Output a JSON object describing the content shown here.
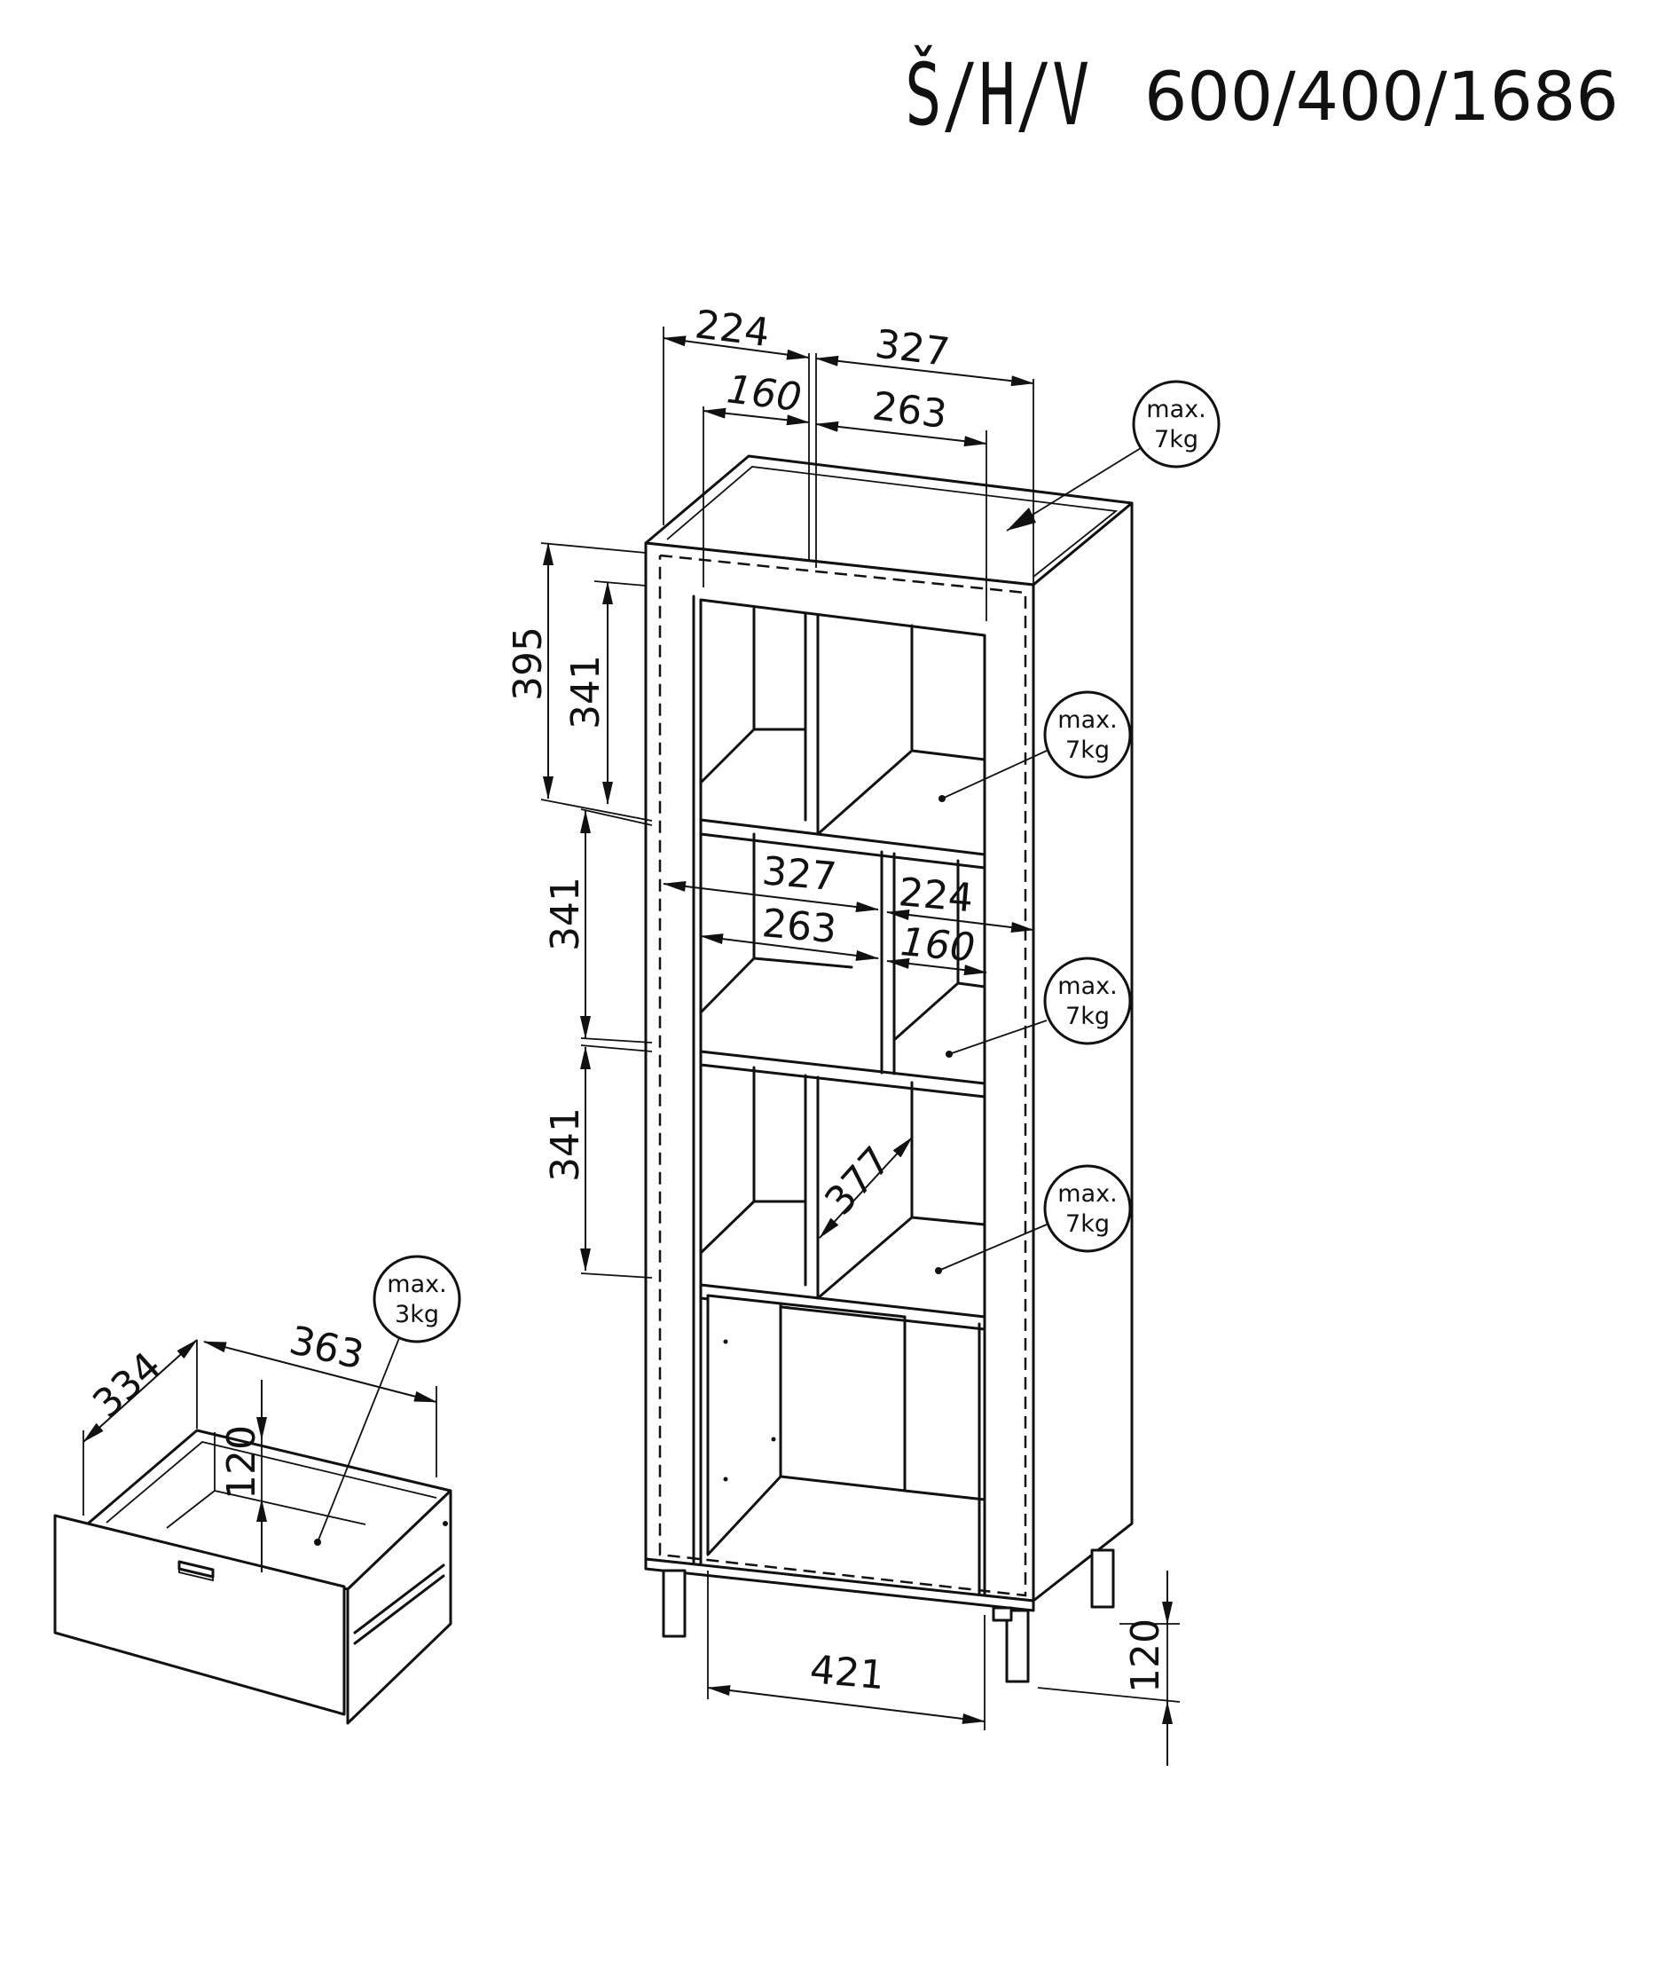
{
  "header": {
    "label": "Š/H/V",
    "dimensions": "600/400/1686"
  },
  "dimensions": {
    "top_224": "224",
    "top_327": "327",
    "top_160": "160",
    "top_263": "263",
    "left_395": "395",
    "left_341_a": "341",
    "left_341_b": "341",
    "left_341_c": "341",
    "mid_327": "327",
    "mid_263": "263",
    "mid_224": "224",
    "mid_160": "160",
    "diag_377": "377",
    "bottom_421": "421",
    "leg_120": "120",
    "drawer_334": "334",
    "drawer_363": "363",
    "drawer_120": "120"
  },
  "load_badges": {
    "top": [
      "max.",
      "7kg"
    ],
    "shelf_1": [
      "max.",
      "7kg"
    ],
    "shelf_2": [
      "max.",
      "7kg"
    ],
    "shelf_3": [
      "max.",
      "7kg"
    ],
    "drawer": [
      "max.",
      "3kg"
    ]
  }
}
